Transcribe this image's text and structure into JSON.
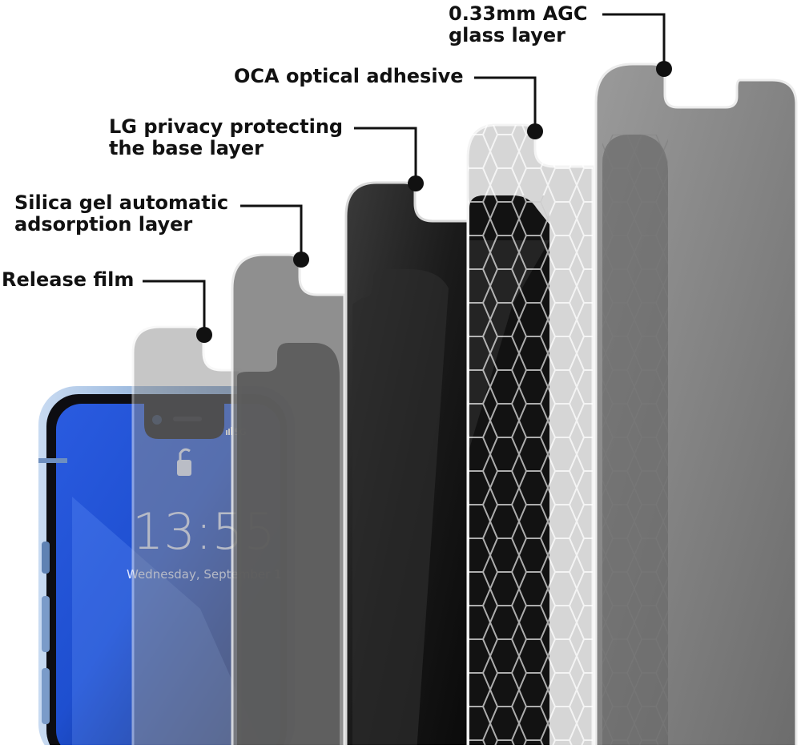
{
  "labels": {
    "release_film": [
      "Release film"
    ],
    "silica_gel": [
      "Silica gel automatic",
      "adsorption layer"
    ],
    "lg_privacy": [
      "LG privacy protecting",
      "the base layer"
    ],
    "oca": [
      "OCA optical adhesive"
    ],
    "agc": [
      "0.33mm AGC",
      "glass layer"
    ]
  },
  "phone": {
    "time": "13:55",
    "date": "Wednesday, September 1",
    "signal": "5G"
  },
  "colors": {
    "screen_blue": "#1e4fd0",
    "frame_blue": "#9dbbe0",
    "dark_layer": "#1a1a1a",
    "gray_layer": "#8a8a8a",
    "leader_line": "#111111"
  }
}
